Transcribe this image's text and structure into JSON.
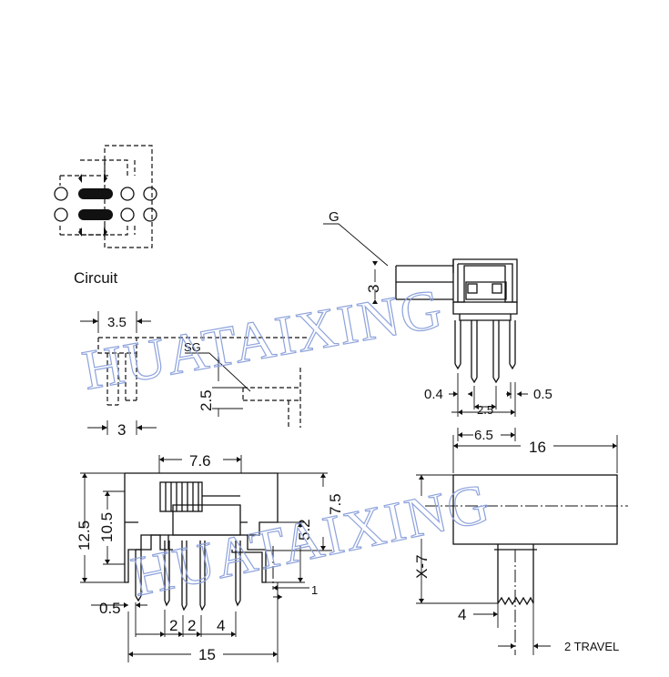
{
  "watermark": "HUATAIXING",
  "circuit": {
    "label": "Circuit"
  },
  "top_view": {
    "pin_spacing": "2.5",
    "pin_thickness": "0.4",
    "pin_width": "0.5",
    "width": "6.5",
    "actuator_height": "3",
    "gap_label": "G"
  },
  "side_view": {
    "width": "3.5",
    "leg_length": "3",
    "sg_label": "SG",
    "sg_height": "2.5"
  },
  "front_view": {
    "body_width": "7.6",
    "overall_height": "12.5",
    "height_inner": "10.5",
    "height_right": "7.5",
    "leg_height": "5.2",
    "offset_left": "0.5",
    "pin_pitch_1": "2",
    "pin_pitch_2": "2",
    "pin_pitch_3": "4",
    "overall_width": "15",
    "pin_thickness": "1"
  },
  "right_view": {
    "length": "16",
    "height_formula": "X-7",
    "actuator_width": "4",
    "travel": "2 TRAVEL"
  }
}
